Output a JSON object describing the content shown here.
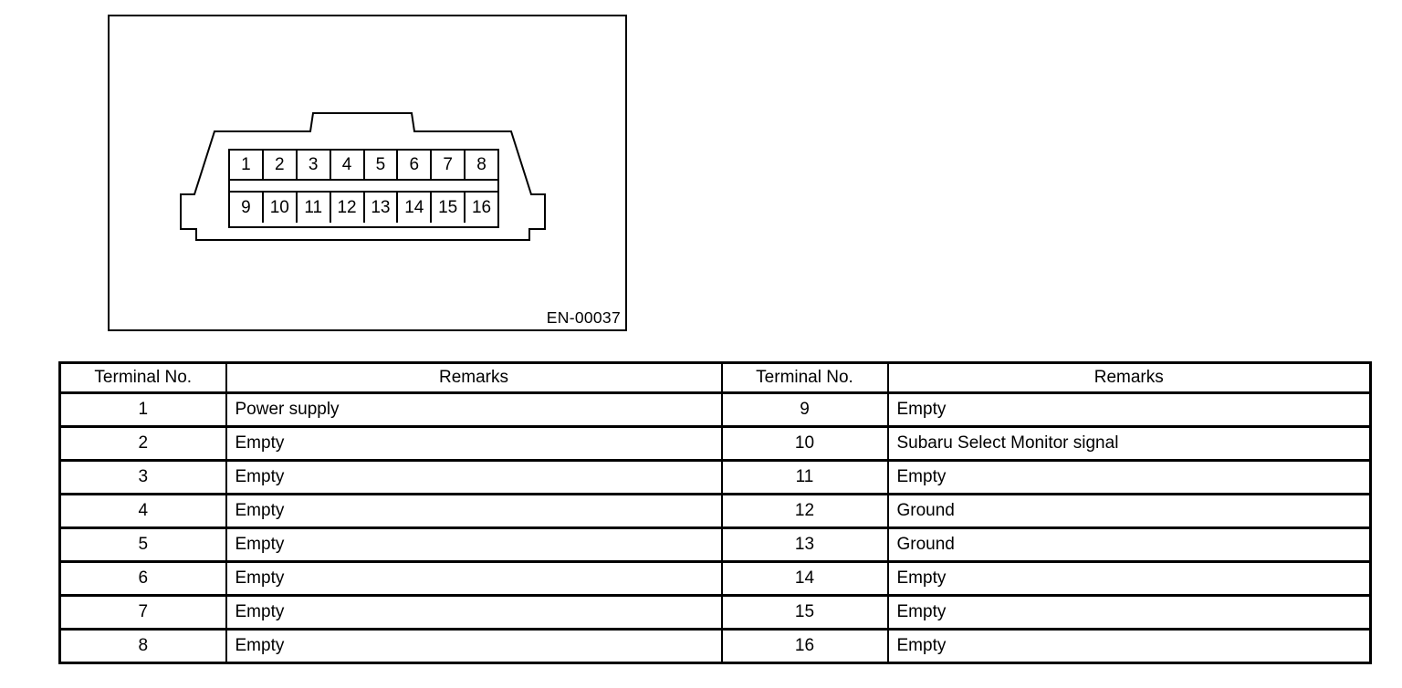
{
  "figure": {
    "code_label": "EN-00037",
    "connector": {
      "row1_pins": [
        "1",
        "2",
        "3",
        "4",
        "5",
        "6",
        "7",
        "8"
      ],
      "row2_pins": [
        "9",
        "10",
        "11",
        "12",
        "13",
        "14",
        "15",
        "16"
      ]
    }
  },
  "terminal_table": {
    "header": {
      "col1": "Terminal No.",
      "col2": "Remarks",
      "col3": "Terminal No.",
      "col4": "Remarks"
    },
    "rows": [
      {
        "no_left": "1",
        "remark_left": "Power supply",
        "no_right": "9",
        "remark_right": "Empty"
      },
      {
        "no_left": "2",
        "remark_left": "Empty",
        "no_right": "10",
        "remark_right": "Subaru Select Monitor signal"
      },
      {
        "no_left": "3",
        "remark_left": "Empty",
        "no_right": "11",
        "remark_right": "Empty"
      },
      {
        "no_left": "4",
        "remark_left": "Empty",
        "no_right": "12",
        "remark_right": "Ground"
      },
      {
        "no_left": "5",
        "remark_left": "Empty",
        "no_right": "13",
        "remark_right": "Ground"
      },
      {
        "no_left": "6",
        "remark_left": "Empty",
        "no_right": "14",
        "remark_right": "Empty"
      },
      {
        "no_left": "7",
        "remark_left": "Empty",
        "no_right": "15",
        "remark_right": "Empty"
      },
      {
        "no_left": "8",
        "remark_left": "Empty",
        "no_right": "16",
        "remark_right": "Empty"
      }
    ]
  },
  "colors": {
    "line": "#000000",
    "background": "#ffffff",
    "text": "#000000"
  }
}
